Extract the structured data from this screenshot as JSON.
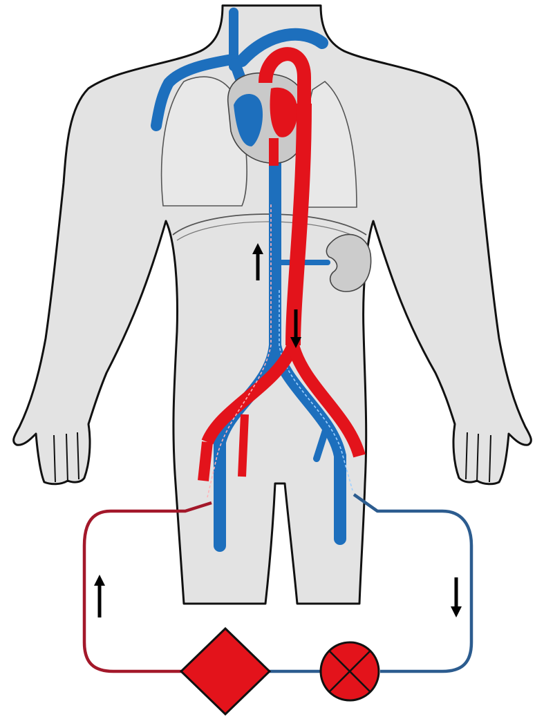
{
  "colors": {
    "background": "#ffffff",
    "body_fill": "#e3e3e3",
    "body_outline": "#111111",
    "organ_fill": "#cccccc",
    "lung_outline": "#555555",
    "artery": "#e3131b",
    "vein": "#1d6fbd",
    "circuit_arterial": "#a3182a",
    "circuit_venous": "#2c5c8f",
    "device_fill": "#e3131b",
    "arrow": "#000000"
  },
  "flow_arrows": [
    {
      "id": "ivc",
      "direction": "up"
    },
    {
      "id": "aorta",
      "direction": "down"
    },
    {
      "id": "return-line",
      "direction": "up"
    },
    {
      "id": "drain-line",
      "direction": "down"
    }
  ],
  "devices": [
    {
      "id": "oxygenator",
      "shape": "diamond"
    },
    {
      "id": "pump",
      "shape": "circle-x"
    }
  ]
}
